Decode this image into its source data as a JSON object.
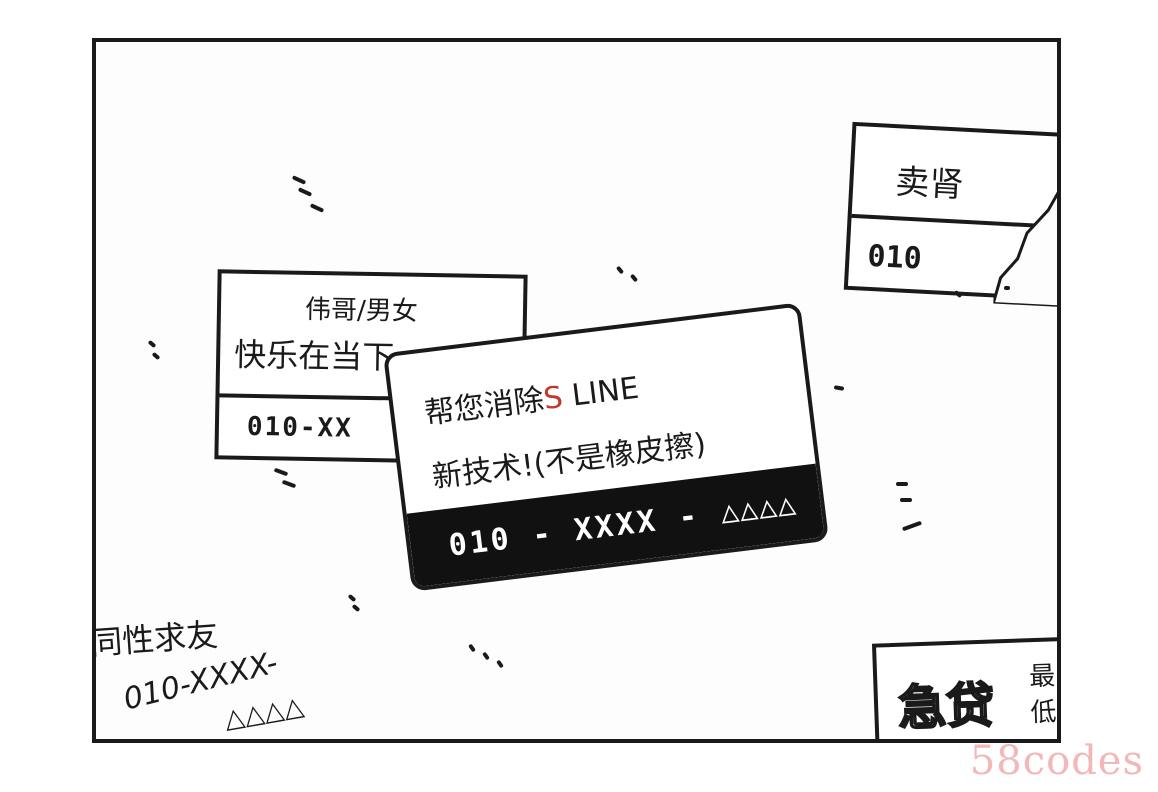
{
  "card_top_left": {
    "title": "伟哥/男女",
    "slogan": "快乐在当下",
    "phone": "010-XX"
  },
  "card_top_right": {
    "title": "卖肾",
    "phone": "010"
  },
  "card_center": {
    "line1_prefix": "帮您消除",
    "line1_red": "S",
    "line1_suffix": " LINE",
    "line2": "新技术!(不是橡皮擦)",
    "phone": "010 - XXXX - ",
    "phone_tail": "△△△△",
    "accent_color": "#c0392b"
  },
  "scribble_bottom_left": {
    "title": "同性求友",
    "phone": "010-XXXX-",
    "tail": "△△△△"
  },
  "card_bottom_right": {
    "big": "急贷",
    "small_1": "最",
    "small_2": "低"
  },
  "watermark": "58codes"
}
